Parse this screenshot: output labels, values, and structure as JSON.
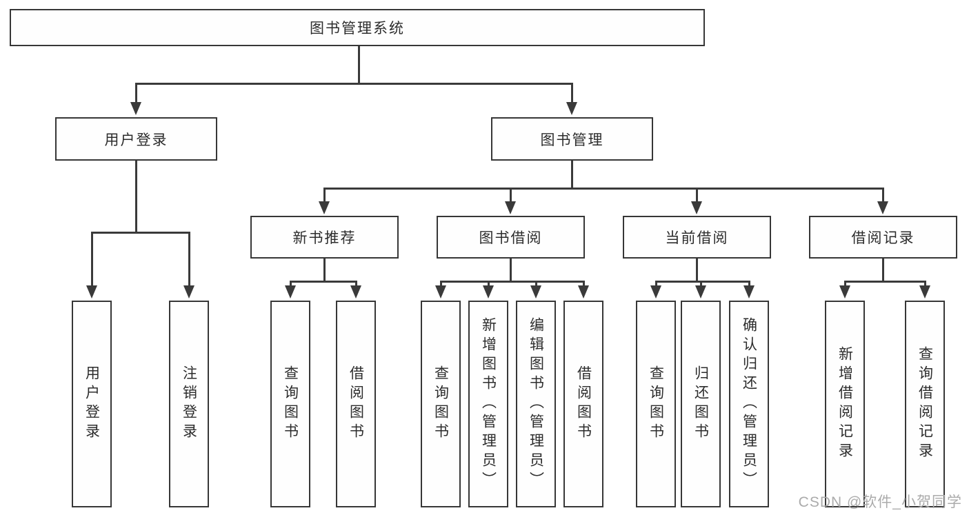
{
  "tree": {
    "label": "图书管理系统",
    "children": [
      {
        "label": "用户登录",
        "children": [
          {
            "label": "用户登录"
          },
          {
            "label": "注销登录"
          }
        ]
      },
      {
        "label": "图书管理",
        "children": [
          {
            "label": "新书推荐",
            "children": [
              {
                "label": "查询图书"
              },
              {
                "label": "借阅图书"
              }
            ]
          },
          {
            "label": "图书借阅",
            "children": [
              {
                "label": "查询图书"
              },
              {
                "label": "新增图书（管理员）"
              },
              {
                "label": "编辑图书（管理员）"
              },
              {
                "label": "借阅图书"
              }
            ]
          },
          {
            "label": "当前借阅",
            "children": [
              {
                "label": "查询图书"
              },
              {
                "label": "归还图书"
              },
              {
                "label": "确认归还（管理员）"
              }
            ]
          },
          {
            "label": "借阅记录",
            "children": [
              {
                "label": "新增借阅记录"
              },
              {
                "label": "查询借阅记录"
              }
            ]
          }
        ]
      }
    ]
  },
  "watermark": {
    "text": "CSDN @软件_小贺同学"
  },
  "colors": {
    "line": "#3a3a3a",
    "box_border": "#363636",
    "text": "#2c2c2c",
    "watermark_text": "#ababab",
    "background": "#ffffff"
  }
}
